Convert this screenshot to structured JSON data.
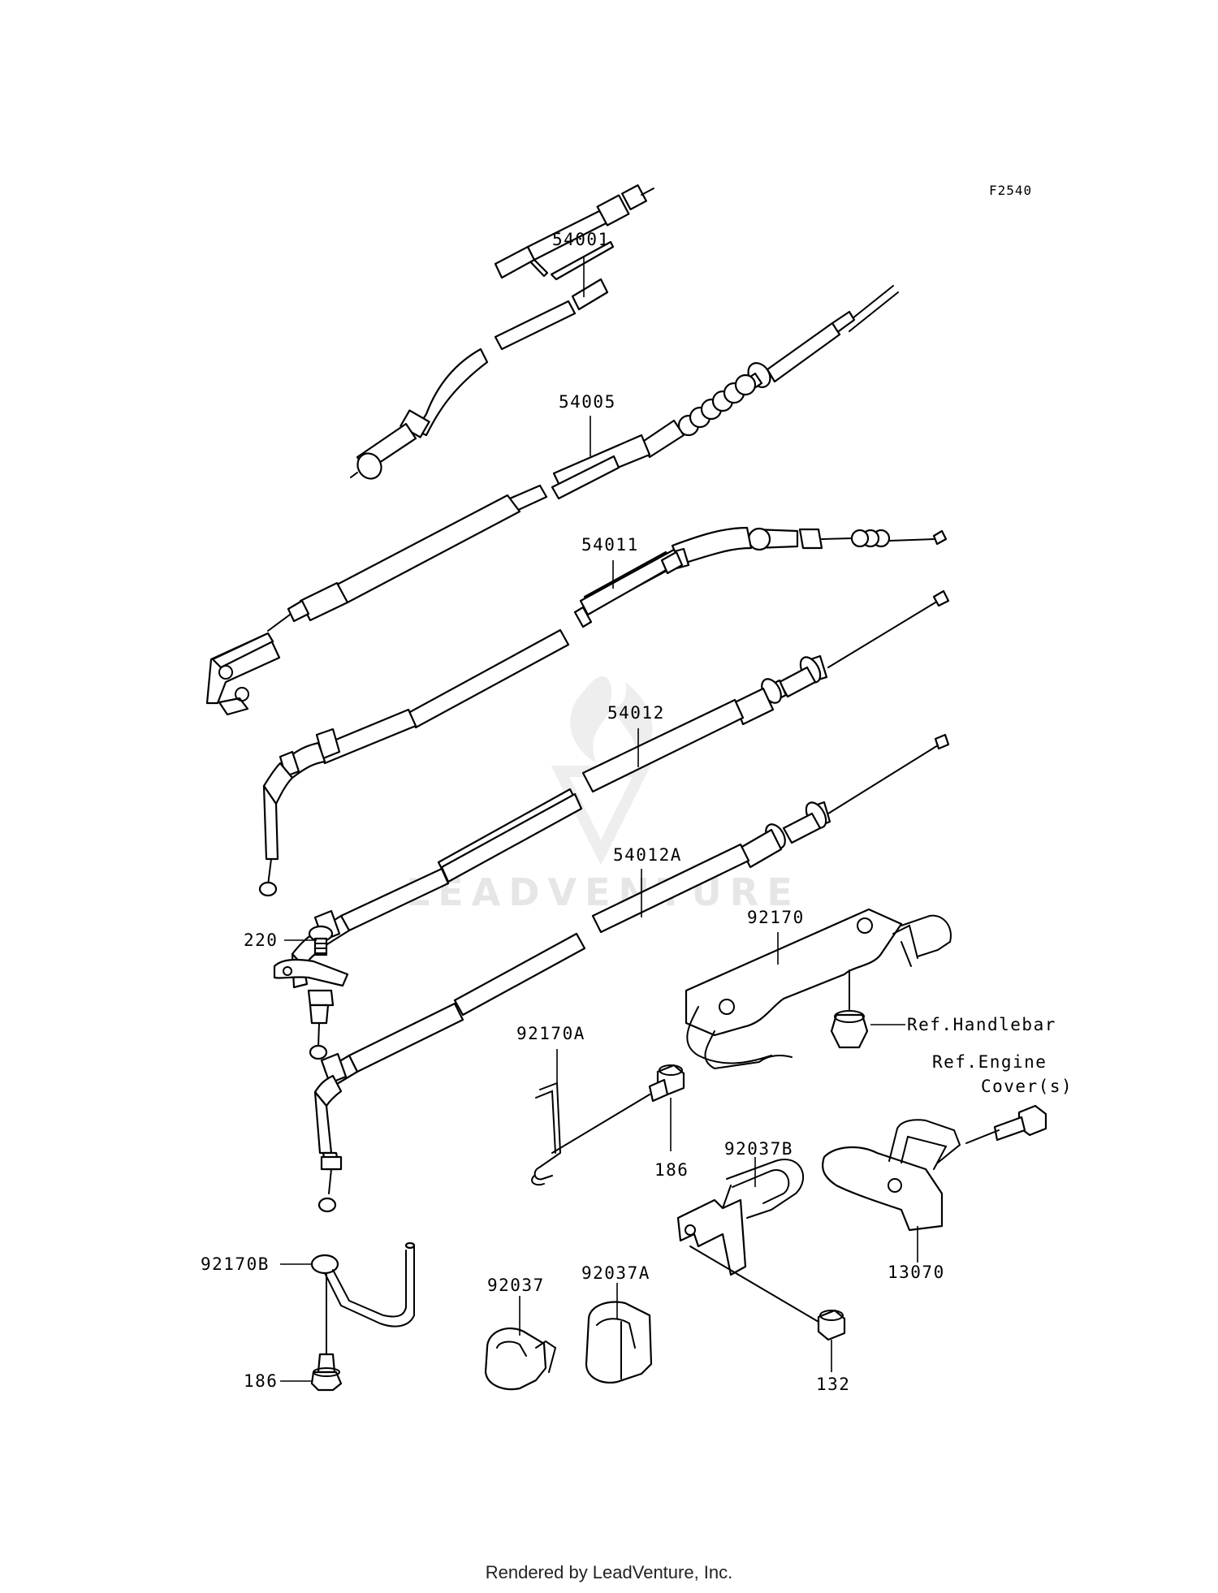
{
  "diagram_code": "F2540",
  "watermark": "LEADVENTURE",
  "footer": "Rendered by LeadVenture, Inc.",
  "callouts": {
    "c54001": "54001",
    "c54005": "54005",
    "c54011": "54011",
    "c54012": "54012",
    "c54012A": "54012A",
    "c220": "220",
    "c92170": "92170",
    "c92170A": "92170A",
    "c92170B": "92170B",
    "c186a": "186",
    "c186b": "186",
    "c92037": "92037",
    "c92037A": "92037A",
    "c92037B": "92037B",
    "c132": "132",
    "c13070": "13070",
    "ref_handlebar": "Ref.Handlebar",
    "ref_engine_1": "Ref.Engine",
    "ref_engine_2": "Cover(s)"
  }
}
